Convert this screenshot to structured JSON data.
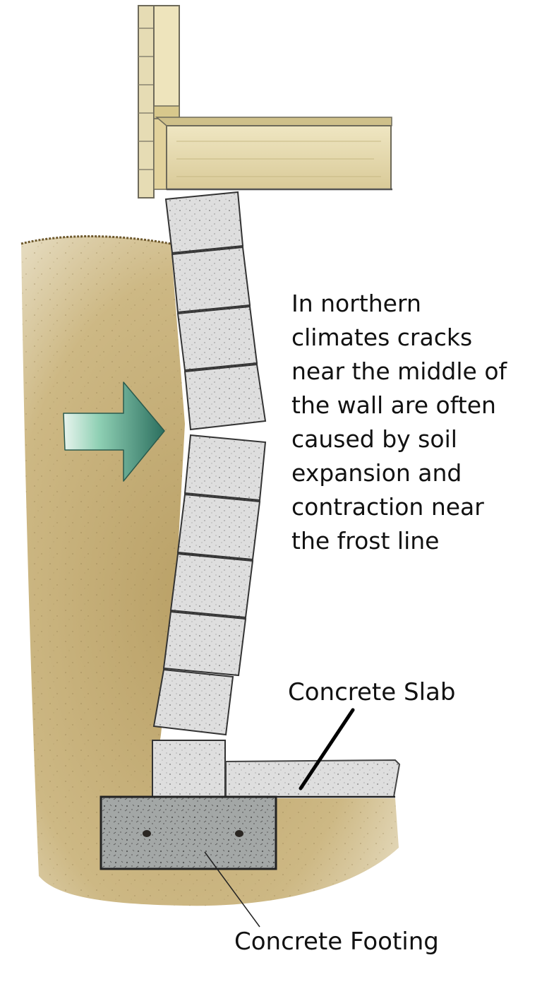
{
  "annotation": {
    "lines": [
      "In northern",
      "climates cracks",
      "near the middle of",
      "the wall are often",
      "caused by soil",
      "expansion and",
      "contraction near",
      "the frost line"
    ]
  },
  "labels": {
    "slab": "Concrete Slab",
    "footing": "Concrete Footing"
  },
  "colors": {
    "soil": "#c9b37e",
    "soil_dark": "#a98f55",
    "block": "#dcdcd8",
    "footing": "#9fa3a2",
    "wood": "#e8dcb0",
    "arrow": "#3f9a80"
  }
}
